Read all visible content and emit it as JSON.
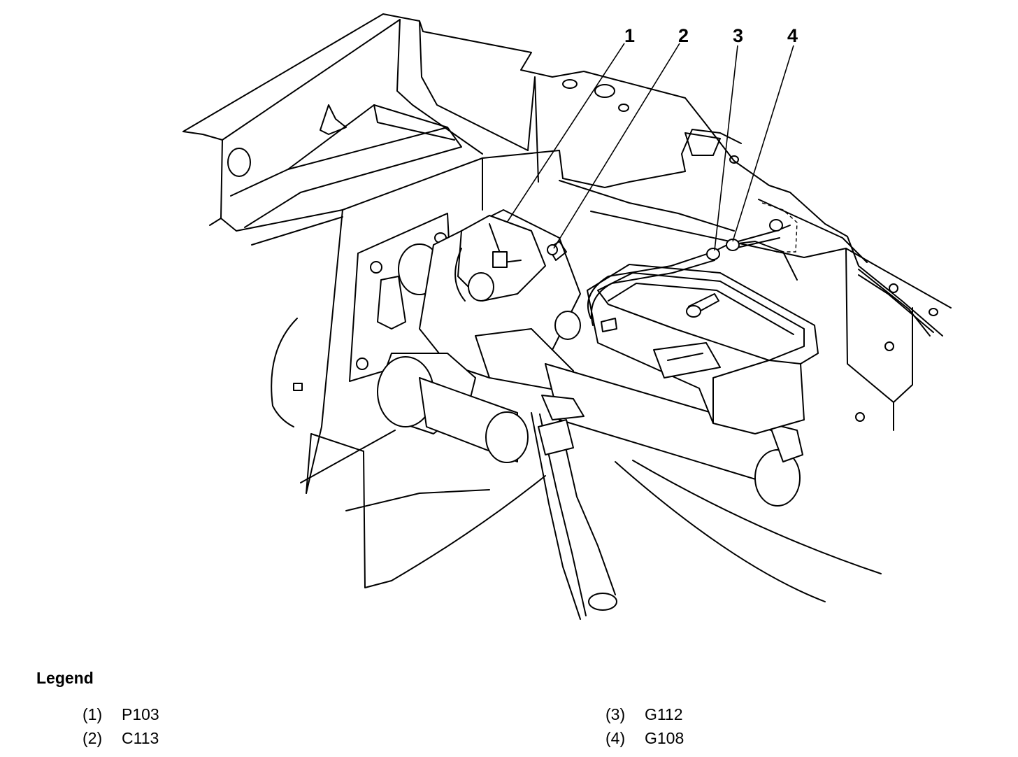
{
  "callouts": [
    "1",
    "2",
    "3",
    "4"
  ],
  "legend": {
    "title": "Legend",
    "items": [
      {
        "num": "(1)",
        "label": "P103"
      },
      {
        "num": "(2)",
        "label": "C113"
      },
      {
        "num": "(3)",
        "label": "G112"
      },
      {
        "num": "(4)",
        "label": "G108"
      }
    ]
  }
}
